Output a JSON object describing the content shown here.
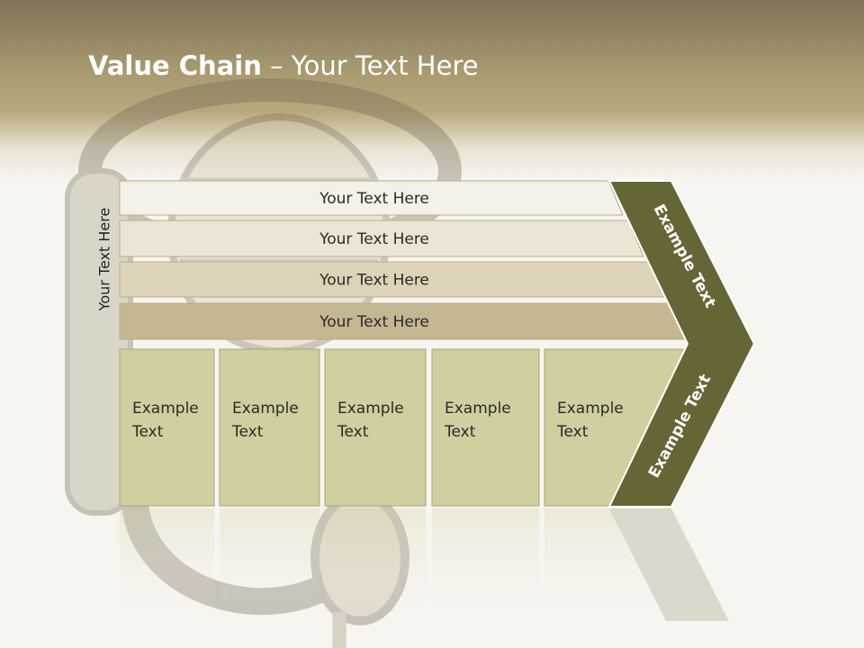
{
  "title": {
    "bold": "Value Chain",
    "rest": " – Your Text Here"
  },
  "side_label": "Your Text Here",
  "rows": [
    {
      "label": "Your Text Here",
      "color": "#f4f1e8"
    },
    {
      "label": "Your Text Here",
      "color": "#ebe5d5"
    },
    {
      "label": "Your Text Here",
      "color": "#ddd3b8"
    },
    {
      "label": "Your Text Here",
      "color": "#c5b791"
    }
  ],
  "columns": [
    {
      "line1": "Example",
      "line2": "Text"
    },
    {
      "line1": "Example",
      "line2": "Text"
    },
    {
      "line1": "Example",
      "line2": "Text"
    },
    {
      "line1": "Example",
      "line2": "Text"
    },
    {
      "line1": "Example",
      "line2": "Text"
    }
  ],
  "arrow": {
    "upper_label": "Example Text",
    "lower_label": "Example Text",
    "color": "#656536"
  },
  "column_color": "#cfcfa0"
}
